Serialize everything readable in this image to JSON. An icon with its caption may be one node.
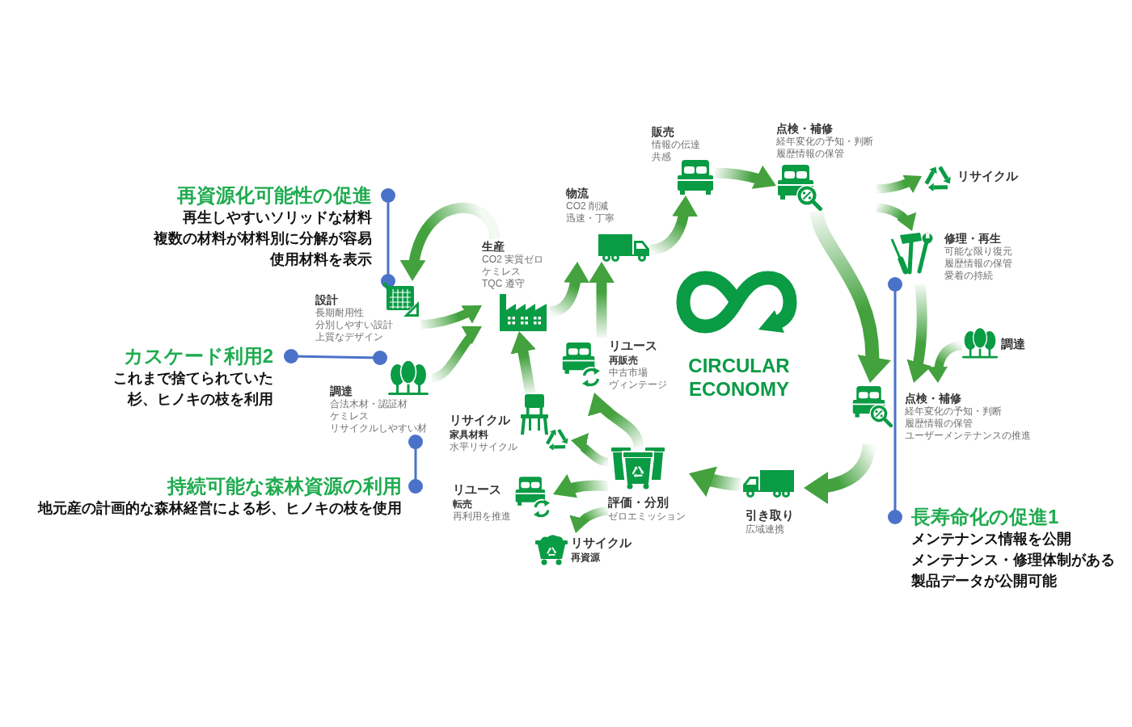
{
  "diagram": {
    "nodes": [
      {
        "text": [
          "再資源化可能性の促進",
          "再生しやすいソリッドな材料",
          "複数の材料が材料別に分解が容易",
          "使用材料を表示"
        ]
      },
      {
        "text": [
          "設計",
          "長期耐用性",
          "分別しやすい設計",
          "上質なデザイン"
        ]
      },
      {
        "text": [
          "カスケード利用2",
          "これまで捨てられていた杉、ヒノキの枝を利用"
        ]
      },
      {
        "text": [
          "調達",
          "合法木材・認証材",
          "ケミレス",
          "リサイクルしやすい材"
        ]
      },
      {
        "text": [
          "持続可能な森林資源の利用",
          "地元産の計画的な森林経営による杉、ヒノキの枝を使用"
        ]
      },
      {
        "text": [
          "生産",
          "CO2 実質ゼロ",
          "ケミレス",
          "TQC 遵守"
        ]
      },
      {
        "text": [
          "物流",
          "CO2 削減",
          "迅速・丁寧"
        ]
      },
      {
        "text": [
          "販売",
          "情報の伝達",
          "共感"
        ]
      },
      {
        "text": [
          "点検・補修",
          "経年変化の予知・判断",
          "履歴情報の保管"
        ]
      },
      {
        "text": [
          "リサイクル"
        ]
      },
      {
        "text": [
          "修理・再生",
          "可能な限り復元",
          "履歴情報の保管",
          "愛着の持続"
        ]
      },
      {
        "text": [
          "調達"
        ]
      },
      {
        "text": [
          "点検・補修",
          "経年変化の予知・判断",
          "履歴情報の保管",
          "ユーザーメンテナンスの推進"
        ]
      },
      {
        "text": [
          "長寿命化の促進1",
          "メンテナンス情報を公開",
          "メンテナンス・修理体制がある",
          "製品データが公開可能"
        ]
      },
      {
        "text": [
          "引き取り",
          "広域連携"
        ]
      },
      {
        "text": [
          "評価・分別",
          "ゼロエミッション"
        ]
      },
      {
        "text": [
          "リユース",
          "再販売",
          "中古市場",
          "ヴィンテージ"
        ]
      },
      {
        "text": [
          "リサイクル",
          "家具材料",
          "水平リサイクル"
        ]
      },
      {
        "text": [
          "リユース",
          "転売",
          "再利用を推進"
        ]
      },
      {
        "text": [
          "リサイクル",
          "再資源"
        ]
      }
    ],
    "edges": [
      {
        "from": 1,
        "to": 5,
        "arrow": "to",
        "style": "thick"
      },
      {
        "from": 3,
        "to": 5,
        "arrow": "to",
        "style": "thick"
      },
      {
        "from": 5,
        "to": 1,
        "arrow": "to",
        "style": "thick"
      },
      {
        "from": 5,
        "to": 6,
        "arrow": "to",
        "style": "thick"
      },
      {
        "from": 6,
        "to": 7,
        "arrow": "to",
        "style": "thick"
      },
      {
        "from": 7,
        "to": 8,
        "arrow": "to",
        "style": "thick"
      },
      {
        "from": 8,
        "to": 9,
        "arrow": "to",
        "style": "thick"
      },
      {
        "from": 8,
        "to": 10,
        "arrow": "to",
        "style": "thick"
      },
      {
        "from": 8,
        "to": 12,
        "arrow": "to",
        "style": "thick"
      },
      {
        "from": 10,
        "to": 12,
        "arrow": "to",
        "style": "thick"
      },
      {
        "from": 11,
        "to": 12,
        "arrow": "to",
        "style": "thick"
      },
      {
        "from": 12,
        "to": 14,
        "arrow": "to",
        "style": "thick"
      },
      {
        "from": 14,
        "to": 15,
        "arrow": "to",
        "style": "thick"
      },
      {
        "from": 15,
        "to": 16,
        "arrow": "to",
        "style": "thick"
      },
      {
        "from": 15,
        "to": 17,
        "arrow": "to",
        "style": "thick"
      },
      {
        "from": 15,
        "to": 18,
        "arrow": "to",
        "style": "thick"
      },
      {
        "from": 15,
        "to": 19,
        "arrow": "to",
        "style": "thick"
      },
      {
        "from": 16,
        "to": 6,
        "arrow": "to",
        "style": "thick"
      },
      {
        "from": 17,
        "to": 5,
        "arrow": "to",
        "style": "thick"
      },
      {
        "from": 0,
        "to": 1,
        "arrow": "other",
        "color": "#4a72c8"
      },
      {
        "from": 2,
        "to": 3,
        "arrow": "other",
        "color": "#4a72c8"
      },
      {
        "from": 4,
        "to": 3,
        "arrow": "other",
        "color": "#4a72c8"
      },
      {
        "from": 13,
        "to": 10,
        "arrow": "other",
        "color": "#4a72c8"
      }
    ],
    "labels": [
      "CIRCULAR ECONOMY"
    ]
  }
}
